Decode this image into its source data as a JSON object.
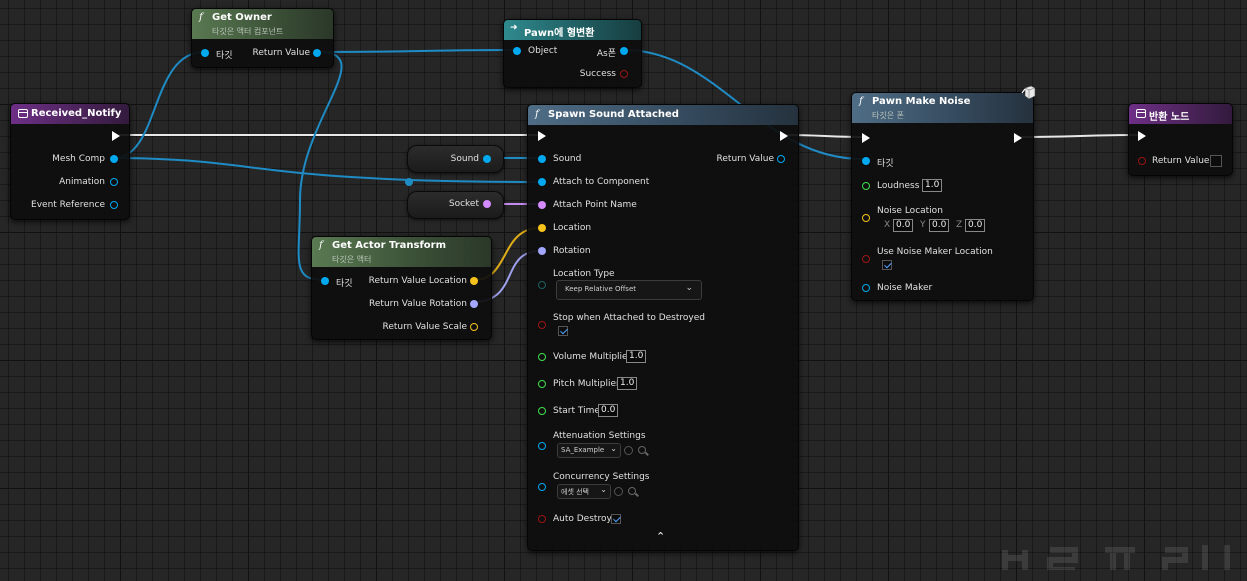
{
  "colors": {
    "object_pin": "#00a8f0",
    "vector_pin": "#f5c21b",
    "rotator_pin": "#a3a6ff",
    "float_pin": "#3ee04a",
    "bool_pin": "#9a1515",
    "soft_obj_pin": "#d38bff",
    "exec_pin": "#ffffff",
    "wire_object": "#1f8bc4",
    "wire_exec": "#e8e8e8"
  },
  "received_notify": {
    "title": "Received_Notify",
    "pins": {
      "mesh_comp": "Mesh Comp",
      "animation": "Animation",
      "event_reference": "Event Reference"
    }
  },
  "get_owner": {
    "title": "Get Owner",
    "subtitle": "타깃은 액터 컴포넌트",
    "target": "타깃",
    "return_value": "Return Value"
  },
  "cast_pawn": {
    "title": "Pawn에 형변환",
    "object": "Object",
    "as": "As폰",
    "success": "Success"
  },
  "spawn_sound": {
    "title": "Spawn Sound Attached",
    "sound": "Sound",
    "attach_to_component": "Attach to Component",
    "attach_point_name": "Attach Point Name",
    "location": "Location",
    "rotation": "Rotation",
    "location_type": "Location Type",
    "location_type_value": "Keep Relative Offset",
    "stop_when_destroyed": "Stop when Attached to Destroyed",
    "volume_multiplier": "Volume Multiplier",
    "volume_multiplier_value": "1.0",
    "pitch_multiplier": "Pitch Multiplier",
    "pitch_multiplier_value": "1.0",
    "start_time": "Start Time",
    "start_time_value": "0.0",
    "attenuation_settings": "Attenuation Settings",
    "attenuation_value": "SA_Example",
    "concurrency_settings": "Concurrency Settings",
    "concurrency_value": "에셋 선택",
    "auto_destroy": "Auto Destroy",
    "return_value": "Return Value"
  },
  "sound_var": {
    "label": "Sound"
  },
  "socket_var": {
    "label": "Socket"
  },
  "get_actor_transform": {
    "title": "Get Actor Transform",
    "subtitle": "타깃은 액터",
    "target": "타깃",
    "location": "Return Value Location",
    "rotation": "Return Value Rotation",
    "scale": "Return Value Scale"
  },
  "pawn_make_noise": {
    "title": "Pawn Make Noise",
    "subtitle": "타깃은 폰",
    "target": "타깃",
    "loudness": "Loudness",
    "loudness_value": "1.0",
    "noise_location": "Noise Location",
    "x_label": "X",
    "x_value": "0.0",
    "y_label": "Y",
    "y_value": "0.0",
    "z_label": "Z",
    "z_value": "0.0",
    "use_noise_maker_location": "Use Noise Maker Location",
    "noise_maker": "Noise Maker"
  },
  "return_node": {
    "title": "반환 노드",
    "return_value": "Return Value"
  }
}
